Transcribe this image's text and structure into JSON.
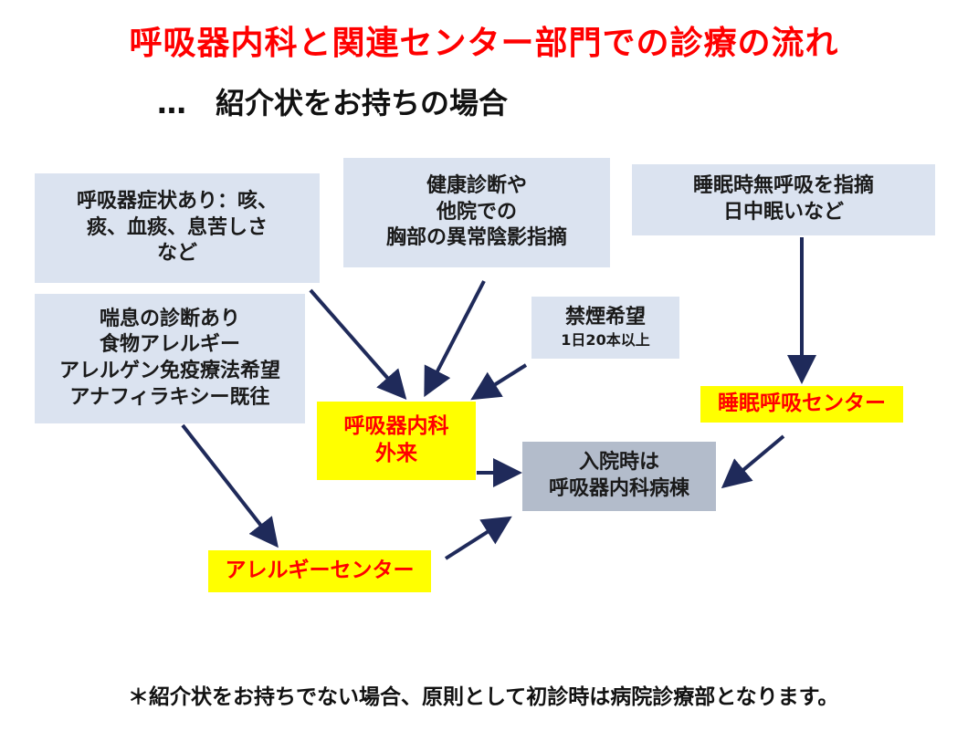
{
  "title": "呼吸器内科と関連センター部門での診療の流れ",
  "subtitle": "…　紹介状をお持ちの場合",
  "boxes": {
    "symptoms": [
      "呼吸器症状あり：咳、",
      "痰、血痰、息苦しさ",
      "など"
    ],
    "checkup": [
      "健康診断や",
      "他院での",
      "胸部の異常陰影指摘"
    ],
    "sleep_apnea": [
      "睡眠時無呼吸を指摘",
      "日中眠いなど"
    ],
    "asthma": [
      "喘息の診断あり",
      "食物アレルギー",
      "アレルゲン免疫療法希望",
      "アナフィラキシー既往"
    ],
    "smoking_title": "禁煙希望",
    "smoking_sub": "1日20本以上",
    "respiratory_outpatient": [
      "呼吸器内科",
      "外来"
    ],
    "sleep_center": "睡眠呼吸センター",
    "ward": [
      "入院時は",
      "呼吸器内科病棟"
    ],
    "allergy_center": "アレルギーセンター"
  },
  "colors": {
    "title": "#ff0000",
    "info_box": "#dbe3f0",
    "department_box": "#ffff00",
    "department_text": "#ff0000",
    "ward_box": "#b3bccb",
    "arrow": "#1f2a5a"
  },
  "footnote": "＊紹介状をお持ちでない場合、原則として初診時は病院診療部となります。"
}
